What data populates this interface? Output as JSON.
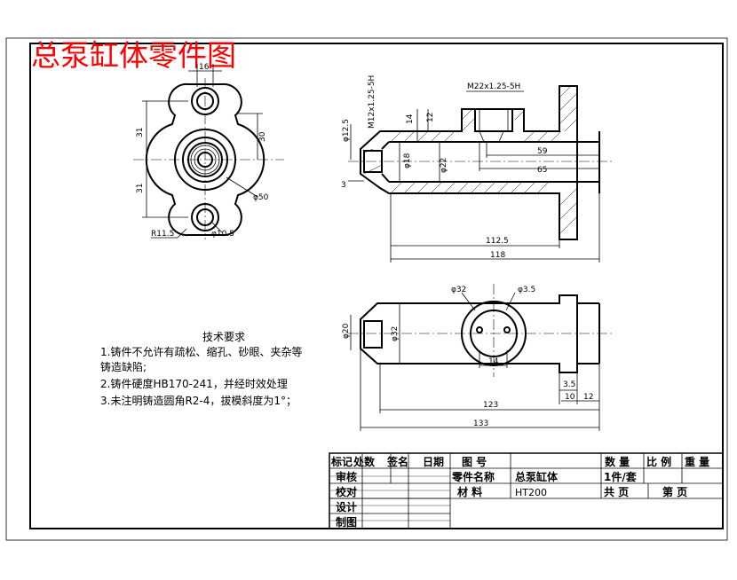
{
  "title": "总泵缸体零件图",
  "colors": {
    "title": "#ff0000",
    "lines": "#000000",
    "background": "#ffffff"
  },
  "tech": {
    "heading": "技术要求",
    "item1a": "1.铸件不允许有疏松、缩孔、砂眼、夹杂等",
    "item1b": "铸造缺陷;",
    "item2": "2.铸件硬度HB170-241，并经时效处理",
    "item3": "3.未注明铸造圆角R2-4，拔模斜度为1°；"
  },
  "dims": {
    "d16": "16",
    "d31a": "31",
    "d31b": "31",
    "d30": "30",
    "phi50": "φ50",
    "r115": "R11.5",
    "phi105": "φ10.5",
    "thread_top": "M22x1.25-5H",
    "thread_side": "M12x1.25-5H",
    "d14": "14",
    "d12a": "12",
    "phi125": "φ12.5",
    "phi18": "φ18",
    "phi22": "φ22",
    "d3": "3",
    "d59": "59",
    "d65": "65",
    "d1125": "112.5",
    "d118": "118",
    "phi32": "φ32",
    "phi35": "φ3.5",
    "phi20": "φ20",
    "phi32v": "φ32",
    "d14b": "14",
    "d35": "3.5",
    "d10": "10",
    "d12b": "12",
    "d123": "123",
    "d133": "133"
  },
  "titleblock": {
    "r1c1": "标记",
    "r1c2": "处数",
    "r1c3": "签名",
    "r1c4": "日期",
    "drawing_no": "图 号",
    "qty": "数 量",
    "scale": "比 例",
    "weight": "重 量",
    "review": "审核",
    "part_name_label": "零件名称",
    "part_name": "总泵缸体",
    "qty_value": "1件/套",
    "proof": "校对",
    "material_label": "材 料",
    "material": "HT200",
    "total_pages": "共 页",
    "page_no": "第 页",
    "design": "设计",
    "draw": "制图"
  }
}
